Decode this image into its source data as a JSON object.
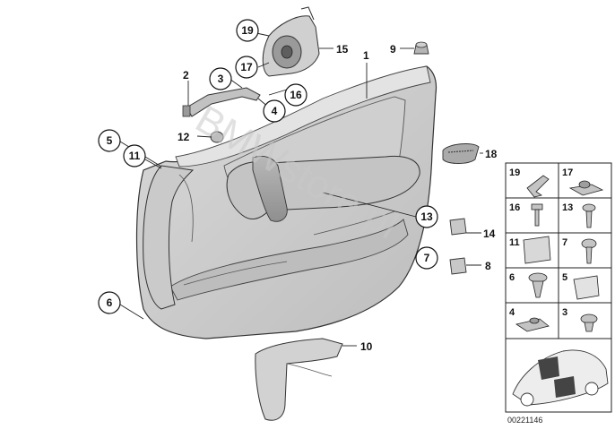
{
  "diagram": {
    "watermark": "BMWstore.pl",
    "reference_number": "00221146",
    "callouts": {
      "c1": "1",
      "c2": "2",
      "c3": "3",
      "c4": "4",
      "c5": "5",
      "c6": "6",
      "c7": "7",
      "c8": "8",
      "c9": "9",
      "c10": "10",
      "c11": "11",
      "c12": "12",
      "c13": "13",
      "c14": "14",
      "c15": "15",
      "c16": "16",
      "c17": "17",
      "c18": "18",
      "c19": "19"
    },
    "legend": {
      "cells": [
        "19",
        "17",
        "16",
        "13",
        "11",
        "7",
        "6",
        "5",
        "4",
        "3"
      ]
    }
  }
}
